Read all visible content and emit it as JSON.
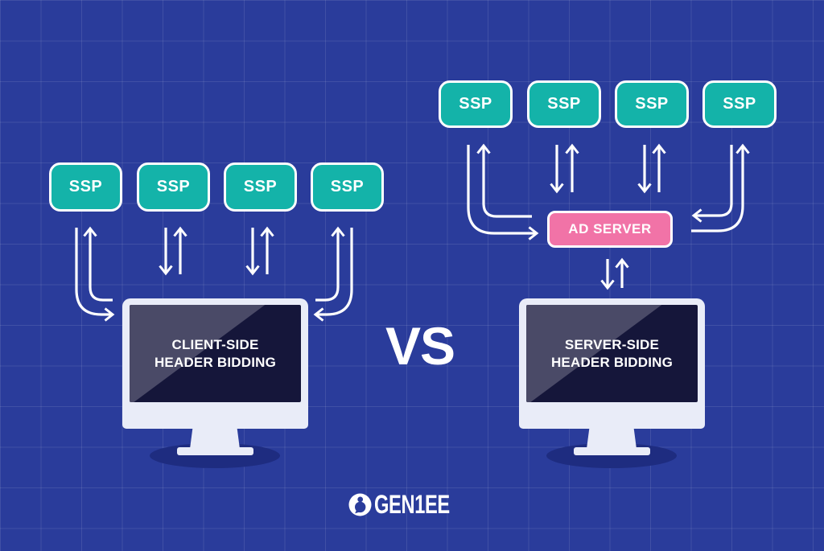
{
  "colors": {
    "background": "#2a3c9b",
    "grid_line": "rgba(255,255,255,0.10)",
    "ssp_teal": "#14b3a9",
    "ad_server_pink": "#f173a7",
    "monitor_frame": "#e9ecf8",
    "screen_dark": "#15163a",
    "screen_light": "#4a4a67",
    "stand_shadow": "#1e2c80",
    "arrow": "#ffffff",
    "text": "#ffffff"
  },
  "left_diagram": {
    "ssp_boxes": [
      {
        "label": "SSP"
      },
      {
        "label": "SSP"
      },
      {
        "label": "SSP"
      },
      {
        "label": "SSP"
      }
    ],
    "monitor_label": {
      "line1": "CLIENT-SIDE",
      "line2": "HEADER BIDDING"
    }
  },
  "comparison": {
    "vs_label": "VS"
  },
  "right_diagram": {
    "ssp_boxes": [
      {
        "label": "SSP"
      },
      {
        "label": "SSP"
      },
      {
        "label": "SSP"
      },
      {
        "label": "SSP"
      }
    ],
    "ad_server": {
      "label": "AD SERVER"
    },
    "monitor_label": {
      "line1": "SERVER-SIDE",
      "line2": "HEADER BIDDING"
    }
  },
  "footer": {
    "brand_text": "GEN1EE"
  }
}
